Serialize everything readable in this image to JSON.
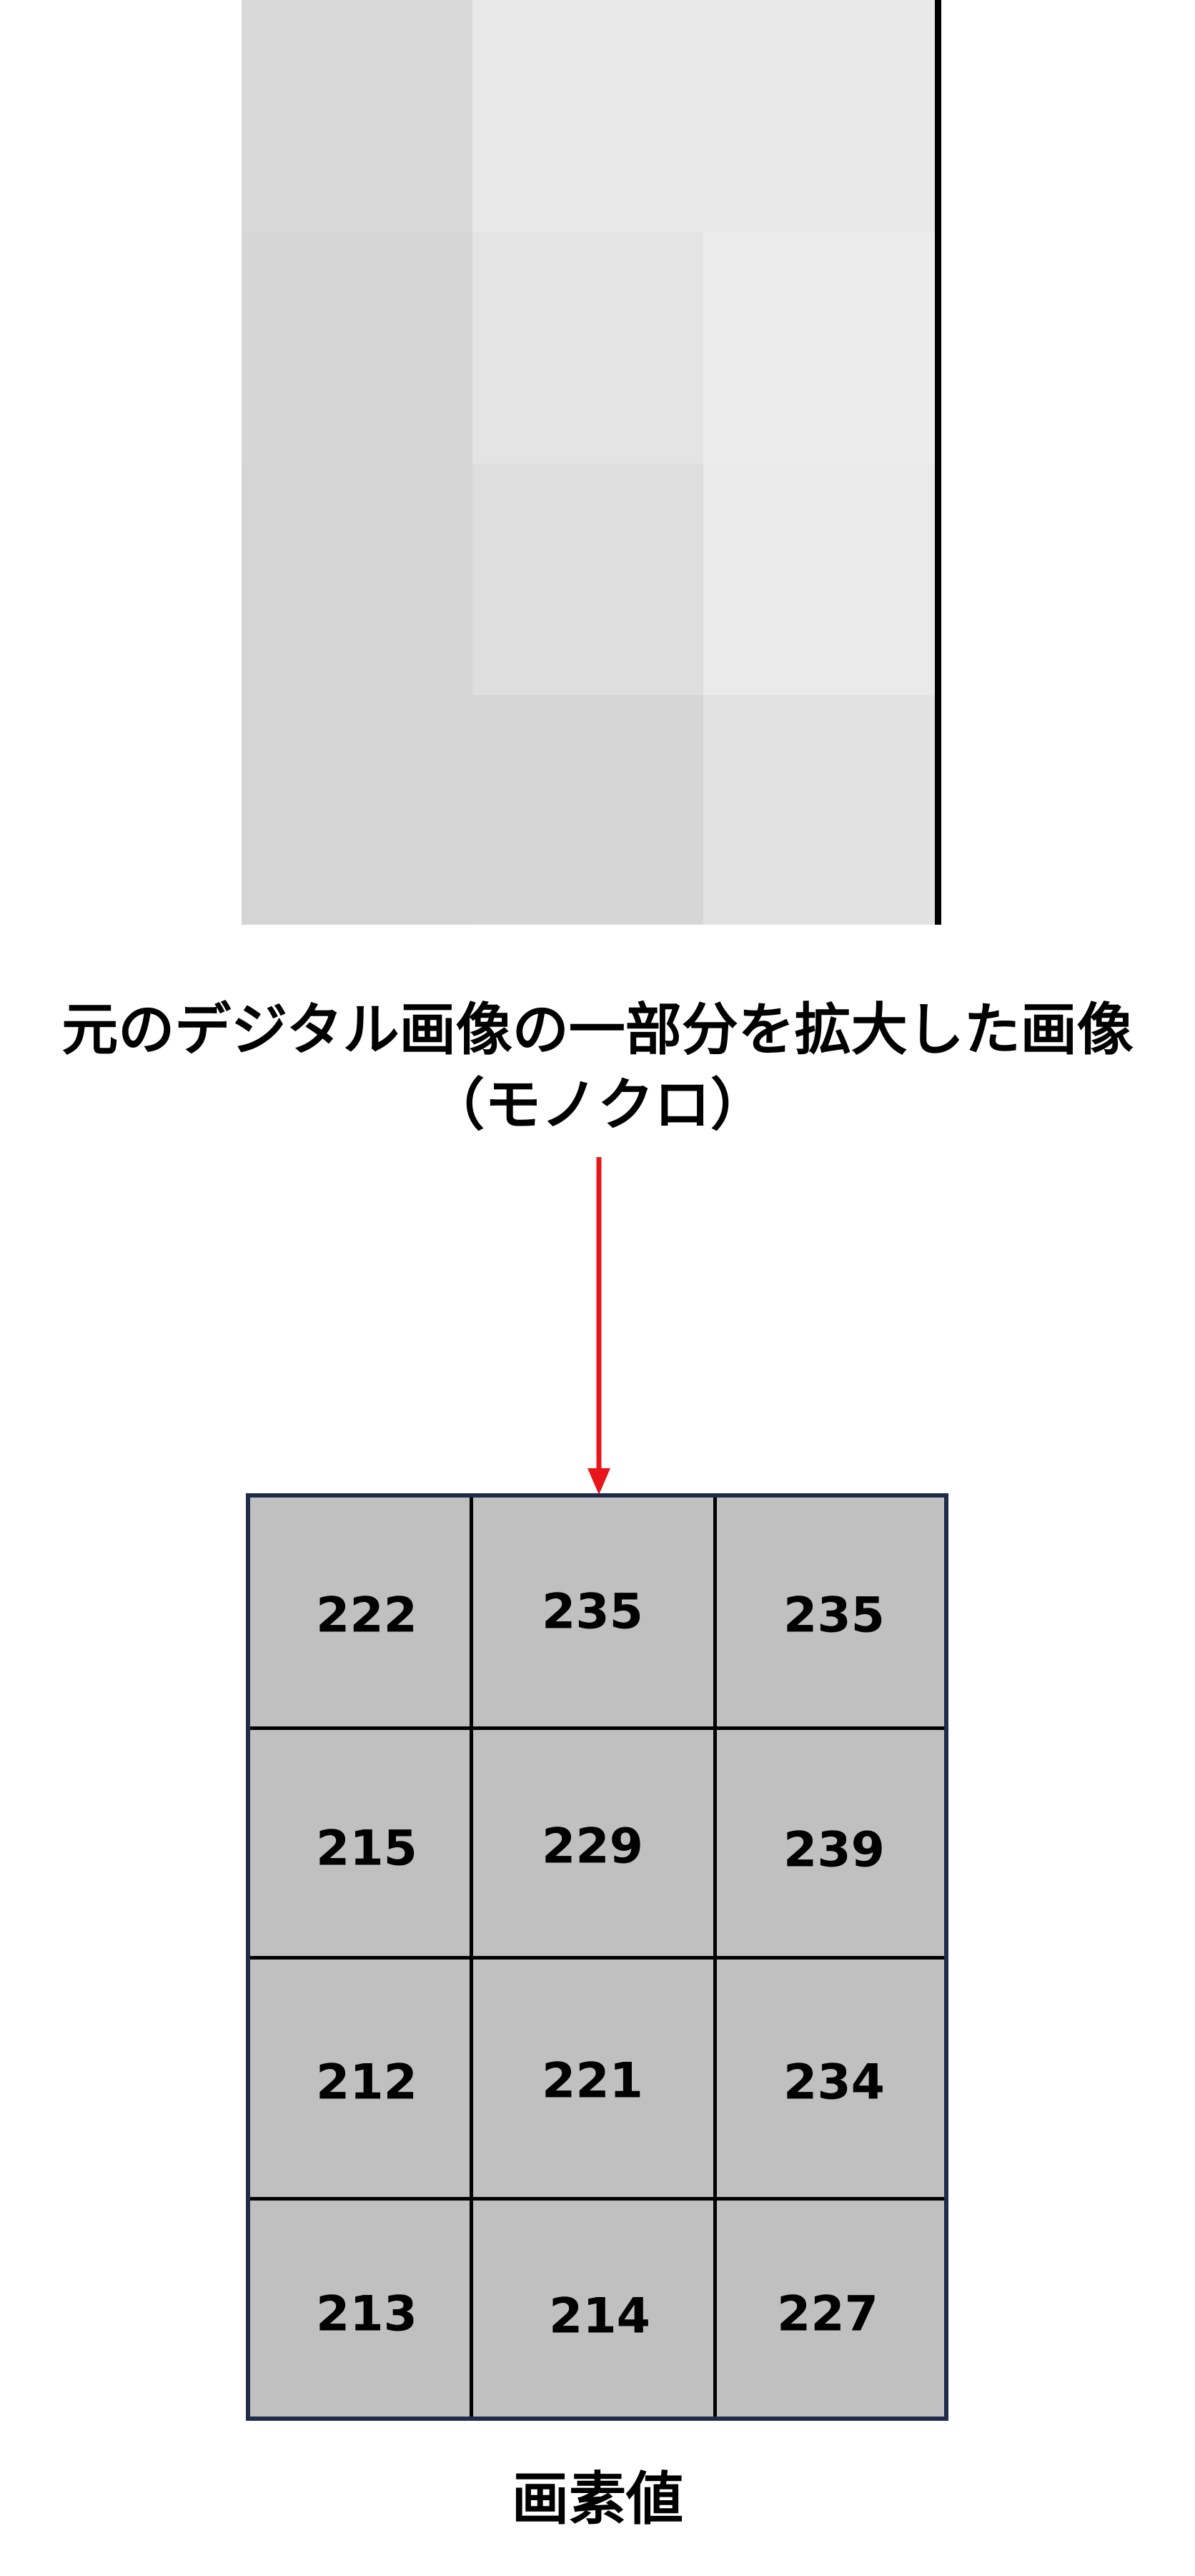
{
  "caption": {
    "line1": "元のデジタル画像の一部分を拡大した画像",
    "line2": "（モノクロ）"
  },
  "pixel_image": {
    "rows": 4,
    "cols": 3,
    "colors": [
      [
        "#d9d9d9",
        "#e9e9e9",
        "#e9e9e9"
      ],
      [
        "#d6d6d6",
        "#e4e4e4",
        "#ececec"
      ],
      [
        "#d5d5d5",
        "#dedede",
        "#eaeaea"
      ],
      [
        "#d5d5d5",
        "#d6d6d6",
        "#e2e2e2"
      ]
    ]
  },
  "arrow": {
    "color": "#e8161b"
  },
  "pixel_values": {
    "rows": [
      [
        "222",
        "235",
        "235"
      ],
      [
        "215",
        "229",
        "239"
      ],
      [
        "212",
        "221",
        "234"
      ],
      [
        "213",
        "214",
        "227"
      ]
    ],
    "cell_color": "#c0c0c0",
    "border_color": "#1f2b4a"
  },
  "bottom_label": "画素値"
}
